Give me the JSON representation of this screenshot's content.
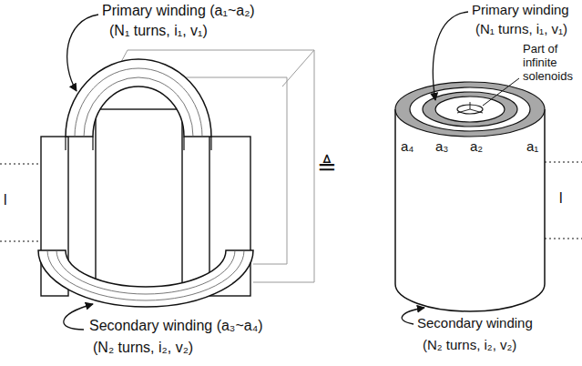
{
  "diagram": {
    "labels": [
      "Primary winding (a₁~a₂)",
      "(N₁ turns, i₁, v₁)",
      "l",
      "Secondary winding (a₃~a₄)",
      "(N₂ turns, i₂, v₂)",
      "≜",
      "Primary winding",
      "(N₁ turns, i₁, v₁)",
      "Part of infinite solenoids",
      "a₄",
      "a₃",
      "a₂",
      "a₁",
      "l",
      "Secondary winding",
      "(N₂ turns, i₂, v₂)"
    ]
  }
}
